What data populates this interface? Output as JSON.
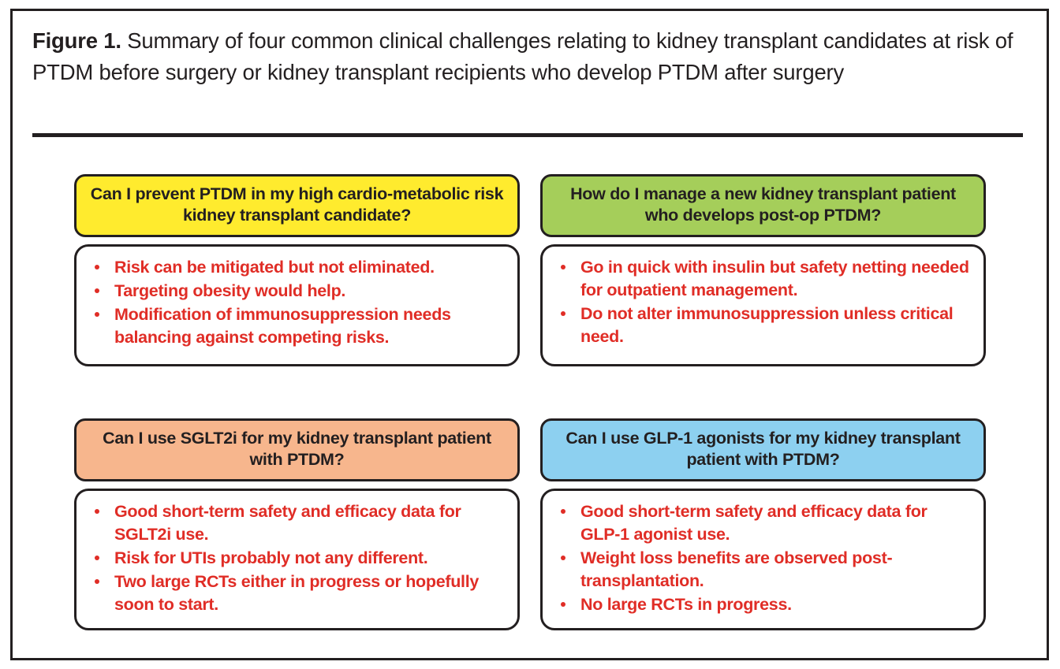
{
  "figure": {
    "label": "Figure 1.",
    "caption": "Summary of four common clinical challenges relating to kidney transplant candidates at risk of PTDM before surgery or kidney transplant recipients who develop PTDM after surgery",
    "border_color": "#231f20",
    "rule_color": "#231f20",
    "answer_text_color": "#e02d26"
  },
  "quadrants": [
    {
      "id": "prevent-ptdm",
      "position": "top-left",
      "header_color": "#ffeb2e",
      "question": "Can I prevent PTDM in my high cardio-metabolic risk kidney transplant candidate?",
      "points": [
        "Risk can be mitigated but not eliminated.",
        "Targeting obesity would help.",
        "Modification of immunosuppression needs balancing against competing risks."
      ]
    },
    {
      "id": "manage-post-op-ptdm",
      "position": "top-right",
      "header_color": "#a5ce5a",
      "question": "How do I manage a new kidney transplant patient who develops post-op PTDM?",
      "points": [
        "Go in quick with insulin but safety netting needed for outpatient management.",
        "Do not alter immunosuppression unless critical need."
      ]
    },
    {
      "id": "sglt2i-use",
      "position": "bottom-left",
      "header_color": "#f7b68d",
      "question": "Can I use SGLT2i for my kidney transplant patient with PTDM?",
      "points": [
        "Good short-term safety and efficacy data for SGLT2i use.",
        "Risk for UTIs probably not any different.",
        "Two large RCTs either in progress or hopefully soon to start."
      ]
    },
    {
      "id": "glp1-agonists-use",
      "position": "bottom-right",
      "header_color": "#8dd0f0",
      "question": "Can I use GLP-1 agonists for my kidney transplant patient with PTDM?",
      "points": [
        "Good short-term safety and efficacy data for GLP-1 agonist use.",
        "Weight loss benefits are observed post-transplantation.",
        "No large RCTs in progress."
      ]
    }
  ]
}
